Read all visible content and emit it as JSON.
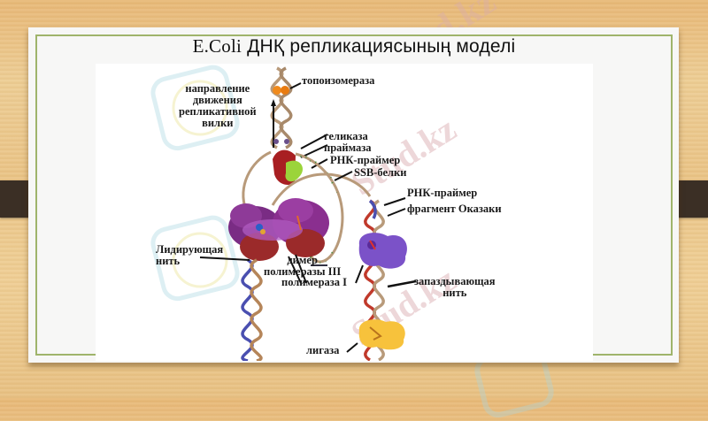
{
  "slide": {
    "title_latin": "E.Coli",
    "title_rest": " ДНҚ репликациясының моделі"
  },
  "diagram": {
    "labels": {
      "direction_line1": "направление",
      "direction_line2": "движения",
      "direction_line3": "репликативной",
      "direction_line4": "вилки",
      "topoisomerase": "топоизомераза",
      "helicase": "геликаза",
      "primase": "праймаза",
      "rna_primer_1": "РНК-праймер",
      "ssb_proteins": "SSB-белки",
      "rna_primer_2": "РНК-праймер",
      "okazaki_fragment": "фрагмент Оказаки",
      "leading_strand_line1": "Лидирующая",
      "leading_strand_line2": "нить",
      "dimer_line1": "димер",
      "dimer_line2": "полимеразы III",
      "polymerase_1": "полимераза I",
      "lagging_strand_line1": "запаздывающая",
      "lagging_strand_line2": "нить",
      "ligase": "лигаза"
    },
    "colors": {
      "dna_tan": "#b89a7a",
      "dna_blue": "#4a4fb0",
      "dna_red": "#c0392b",
      "topoisomerase": "#f08a1c",
      "helicase": "#a81f22",
      "primase": "#9bd43a",
      "pol3": "#8a2f8f",
      "pol1": "#7b52c8",
      "ligase": "#f7c23c",
      "ssb": "#3a8a3a"
    }
  },
  "watermark": {
    "text": "Stud.kz"
  }
}
